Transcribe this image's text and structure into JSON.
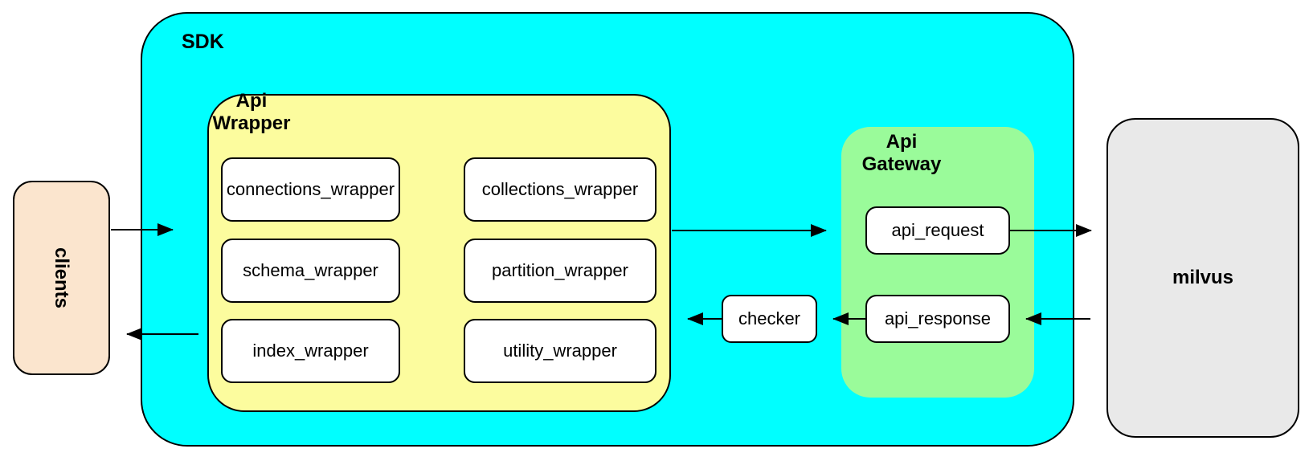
{
  "diagram": {
    "nodes": {
      "clients": {
        "label": "clients"
      },
      "sdk": {
        "label": "SDK"
      },
      "api_wrapper": {
        "label": "Api\nWrapper"
      },
      "wrappers": [
        "connections_wrapper",
        "collections_wrapper",
        "schema_wrapper",
        "partition_wrapper",
        "index_wrapper",
        "utility_wrapper"
      ],
      "api_gateway": {
        "label": "Api\nGateway"
      },
      "api_request": {
        "label": "api_request"
      },
      "api_response": {
        "label": "api_response"
      },
      "checker": {
        "label": "checker"
      },
      "milvus": {
        "label": "milvus"
      }
    },
    "edges": [
      {
        "from": "clients",
        "to": "sdk"
      },
      {
        "from": "api_wrapper",
        "to": "api_gateway"
      },
      {
        "from": "api_request",
        "to": "milvus"
      },
      {
        "from": "milvus",
        "to": "api_response"
      },
      {
        "from": "api_response",
        "to": "checker"
      },
      {
        "from": "checker",
        "to": "api_wrapper"
      },
      {
        "from": "sdk",
        "to": "clients"
      }
    ],
    "colors": {
      "sdk_fill": "#00ffff",
      "api_wrapper_fill": "#fcfc9e",
      "api_gateway_fill": "#9afb9a",
      "clients_fill": "#fbe5ce",
      "milvus_fill": "#e9e9e9",
      "leaf_fill": "#ffffff",
      "border": "#000000",
      "arrow": "#000000"
    }
  }
}
